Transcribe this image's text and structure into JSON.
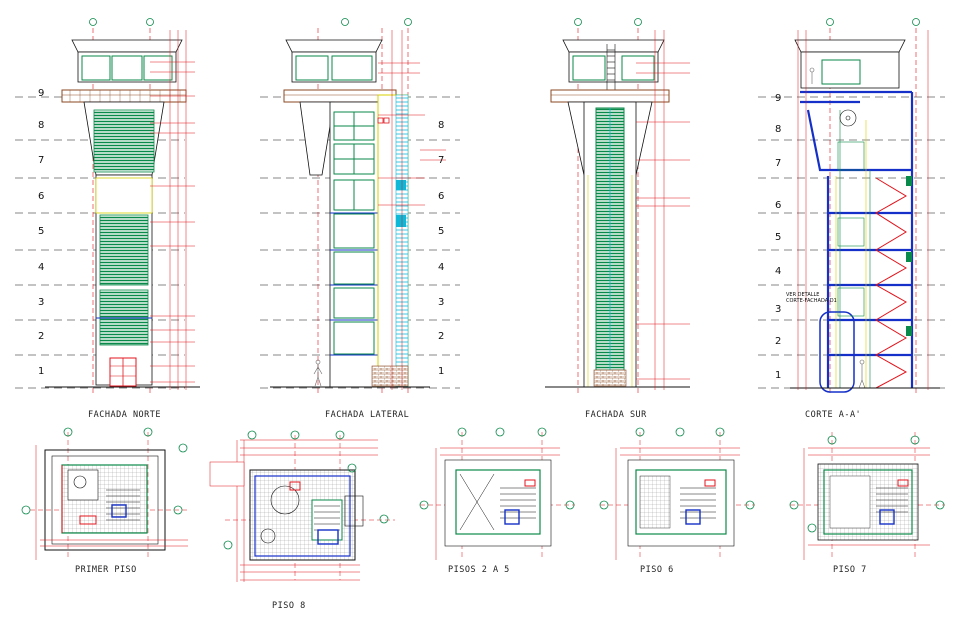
{
  "drawing": {
    "captions": {
      "fachada_norte": "FACHADA NORTE",
      "fachada_lateral": "FACHADA LATERAL",
      "fachada_sur": "FACHADA SUR",
      "corte": "CORTE A-A'",
      "primer_piso": "PRIMER PISO",
      "piso_8": "PISO 8",
      "pisos_2_a_5": "PISOS 2 A 5",
      "piso_6": "PISO 6",
      "piso_7": "PISO 7"
    },
    "floor_numbers": [
      "9",
      "8",
      "7",
      "6",
      "5",
      "4",
      "3",
      "2",
      "1"
    ],
    "detail_note": [
      "VER DETALLE",
      "CORTE-FACHADA D1"
    ],
    "colors": {
      "green": "#0a8a4a",
      "red": "#e0141c",
      "blue": "#1530c8",
      "cyan": "#10b8d8",
      "yellow": "#d8d000",
      "brown": "#8a4a20",
      "gray": "#777777"
    }
  }
}
